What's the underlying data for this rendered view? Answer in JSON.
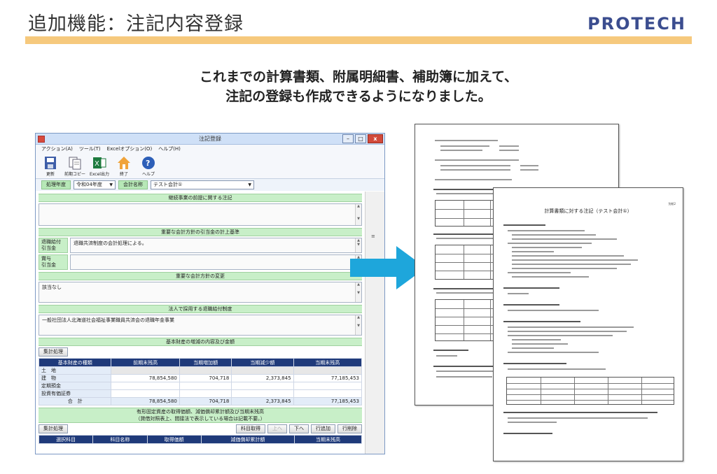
{
  "slide": {
    "title": "追加機能：注記内容登録",
    "logo": "PROTECH",
    "subtitle_line1": "これまでの計算書類、附属明細書、補助簿に加えて、",
    "subtitle_line2": "注記の登録も作成できるようになりました。"
  },
  "window": {
    "title": "注記登録",
    "controls": {
      "minimize": "–",
      "maximize": "□",
      "close": "x"
    },
    "menu": [
      "アクション(A)",
      "ツール(T)",
      "Excelオプション(O)",
      "ヘルプ(H)"
    ],
    "toolbar": [
      "更新",
      "前期コピー",
      "Excel出力",
      "終了",
      "ヘルプ"
    ],
    "filter": {
      "year_label": "処理年度",
      "year_value": "令和04年度",
      "unit_label": "会計名称",
      "unit_value": "テスト会計①"
    },
    "sections": {
      "going_concern": "継続事業の前提に関する注記",
      "accounting_policy": "重要な会計方針の引当金の計上基準",
      "policy_change": "重要な会計方針の変更",
      "retirement": "法人で採用する退職給付制度",
      "basic_assets": "基本財産の増減の内容及び金額",
      "fixed_assets": "有形固定資産の取得価額、減価償却累計額及び当期末残高",
      "fixed_assets_note": "（貸借対照表上、間接法で表示している場合は記載不要。）"
    },
    "policy_rows": [
      {
        "label1": "退職給付",
        "label2": "引当金",
        "text": "退職共済制度の会計処理による。"
      },
      {
        "label1": "賞与",
        "label2": "引当金",
        "text": ""
      }
    ],
    "policy_change_text": "該当なし",
    "retirement_text": "一般社団法人北海道社会福祉事業職員共済会の退職年金事業",
    "aggregate_button": "集計処理",
    "assets_table": {
      "headers": [
        "基本財産の種類",
        "前期末残高",
        "当期増加額",
        "当期減少額",
        "当期末残高"
      ],
      "rows": [
        {
          "name": "土　地",
          "prev": "",
          "inc": "",
          "dec": "",
          "end": ""
        },
        {
          "name": "建　物",
          "prev": "78,854,580",
          "inc": "704,718",
          "dec": "2,373,845",
          "end": "77,185,453"
        },
        {
          "name": "定期預金",
          "prev": "",
          "inc": "",
          "dec": "",
          "end": ""
        },
        {
          "name": "投資有価証券",
          "prev": "",
          "inc": "",
          "dec": "",
          "end": ""
        }
      ],
      "total": {
        "name": "合　計",
        "prev": "78,854,580",
        "inc": "704,718",
        "dec": "2,373,845",
        "end": "77,185,453"
      }
    },
    "fixed_buttons": {
      "aggregate": "集計処理",
      "get_subject": "科目取得",
      "up": "上へ",
      "down": "下へ",
      "add_row": "行追加",
      "delete_row": "行削除"
    },
    "fixed_table_headers": [
      "選択科目",
      "科目名称",
      "取得価額",
      "減価償却累計額",
      "当期末残高"
    ]
  },
  "document": {
    "title": "計算書類に対する注記（テスト会計①）",
    "page_no": "別紙2"
  },
  "colors": {
    "accent_bar": "#f6c97d",
    "logo": "#3b4d8f",
    "section_green": "#c8efc8",
    "table_header": "#1f3a7a",
    "arrow": "#1ea6db"
  }
}
